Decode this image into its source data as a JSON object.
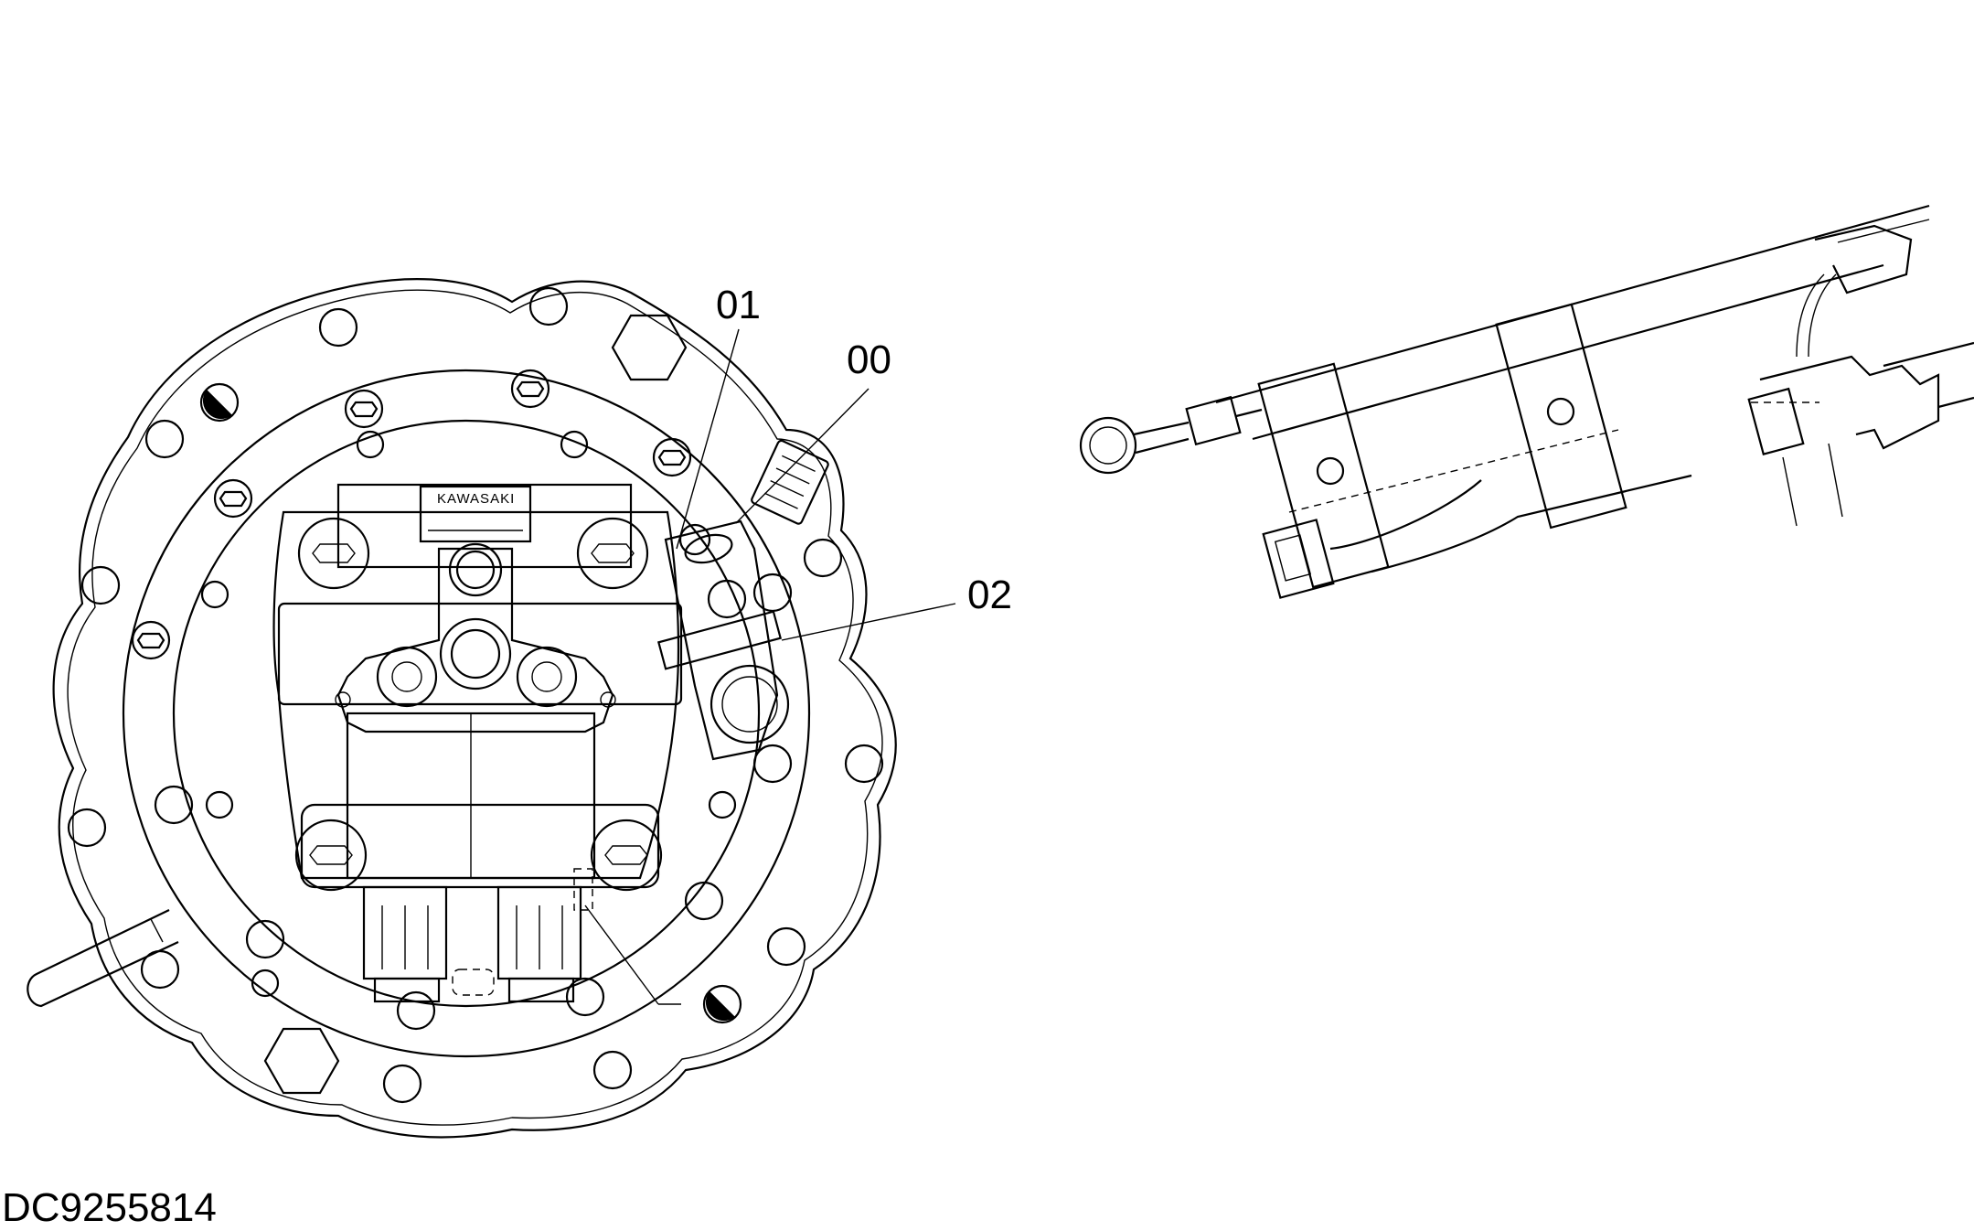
{
  "drawing": {
    "document_id": "DC9255814",
    "nameplate_brand": "KAWASAKI",
    "callouts": [
      {
        "label": "01"
      },
      {
        "label": "00"
      },
      {
        "label": "02"
      }
    ],
    "colors": {
      "line": "#000000",
      "background": "#ffffff"
    }
  }
}
